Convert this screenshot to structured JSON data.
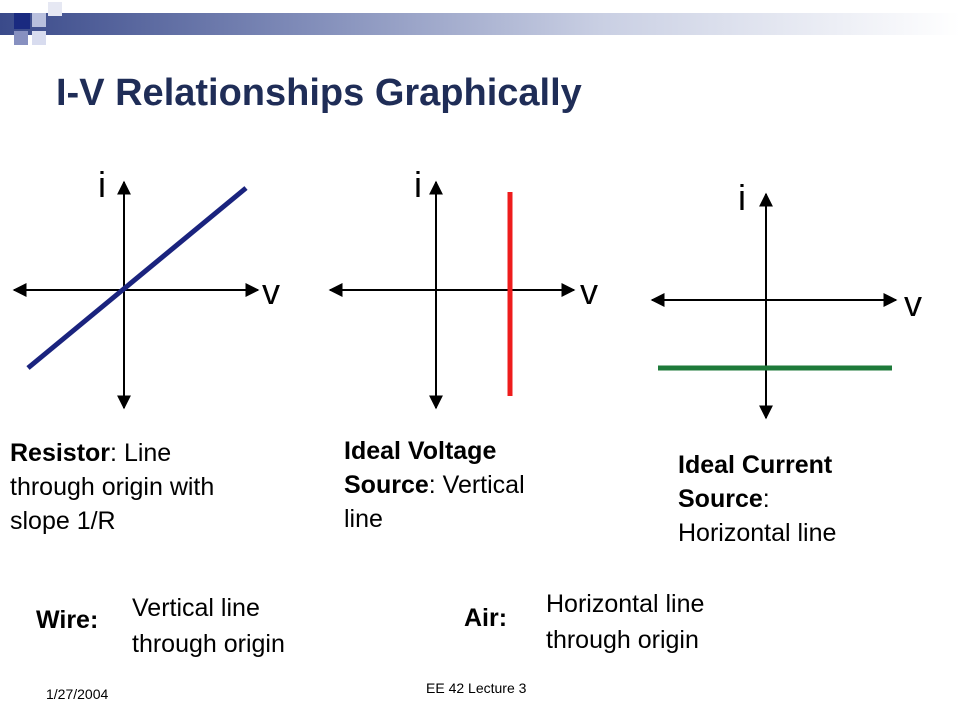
{
  "slide": {
    "title": "I-V Relationships Graphically",
    "colors": {
      "title": "#1f2d57",
      "band_start": "#3a4a8a",
      "accent_square": "#1a2a80"
    }
  },
  "graphs": [
    {
      "id": "resistor",
      "y_label": "i",
      "x_label": "v",
      "line_color": "#1a237e"
    },
    {
      "id": "voltage-source",
      "y_label": "i",
      "x_label": "v",
      "line_color": "#ee1c1c"
    },
    {
      "id": "current-source",
      "y_label": "i",
      "x_label": "v",
      "line_color": "#1e7a3a"
    }
  ],
  "descriptions": {
    "resistor": {
      "term": "Resistor",
      "rest_l1": ":  Line",
      "rest_l2": "through origin with",
      "rest_l3": "slope 1/R"
    },
    "voltage": {
      "term_l1": "Ideal Voltage",
      "term_l2": "Source",
      "rest_l2": ":  Vertical",
      "rest_l3": "line"
    },
    "current": {
      "term_l1": "Ideal Current",
      "term_l2": "Source",
      "rest_l2": ":",
      "rest_l3": "Horizontal line"
    }
  },
  "special_cases": {
    "wire": {
      "label": "Wire:",
      "line1": "Vertical line",
      "line2": "through origin"
    },
    "air": {
      "label": "Air:",
      "line1": "Horizontal line",
      "line2": "through origin"
    }
  },
  "footer": {
    "date": "1/27/2004",
    "course": "EE 42 Lecture 3"
  }
}
